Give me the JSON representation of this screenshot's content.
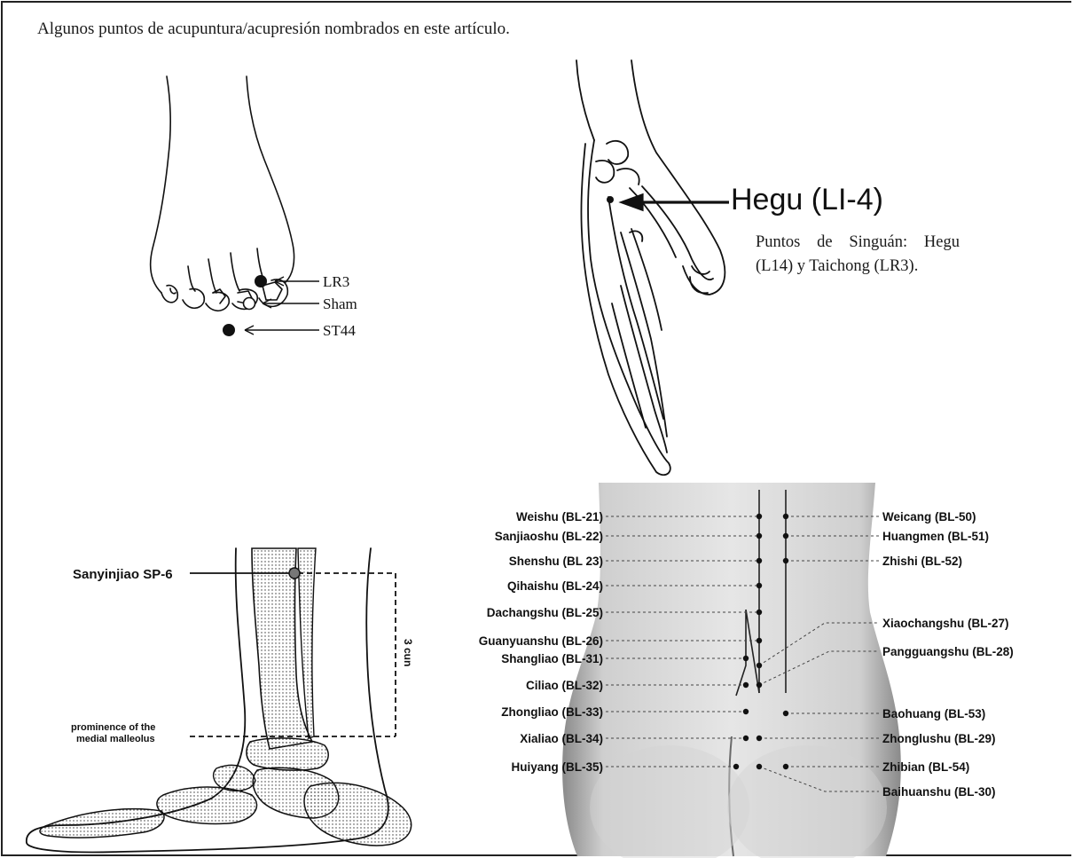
{
  "caption": "Algunos puntos de acupuntura/acupresión nombrados en este artículo.",
  "foot": {
    "points": [
      {
        "label": "LR3",
        "marker": "filled"
      },
      {
        "label": "Sham",
        "marker": "open"
      },
      {
        "label": "ST44",
        "marker": "filled"
      }
    ]
  },
  "hand": {
    "point_label": "Hegu (LI-4)",
    "note": "Puntos de Singuán: Hegu (L14) y Taichong (LR3)."
  },
  "ankle": {
    "point_label": "Sanyinjiao SP-6",
    "landmark_line1": "prominence of the",
    "landmark_line2": "medial malleolus",
    "distance_label": "3 cun"
  },
  "back": {
    "left_labels": [
      "Weishu (BL-21)",
      "Sanjiaoshu (BL-22)",
      "Shenshu (BL 23)",
      "Qihaishu (BL-24)",
      "Dachangshu (BL-25)",
      "Guanyuanshu (BL-26)",
      "Shangliao (BL-31)",
      "Ciliao (BL-32)",
      "Zhongliao (BL-33)",
      "Xialiao (BL-34)",
      "Huiyang (BL-35)"
    ],
    "right_labels": [
      "Weicang (BL-50)",
      "Huangmen (BL-51)",
      "Zhishi (BL-52)",
      "Xiaochangshu (BL-27)",
      "Pangguangshu (BL-28)",
      "Baohuang (BL-53)",
      "Zhonglushu (BL-29)",
      "Zhibian (BL-54)",
      "Baihuanshu (BL-30)"
    ]
  }
}
